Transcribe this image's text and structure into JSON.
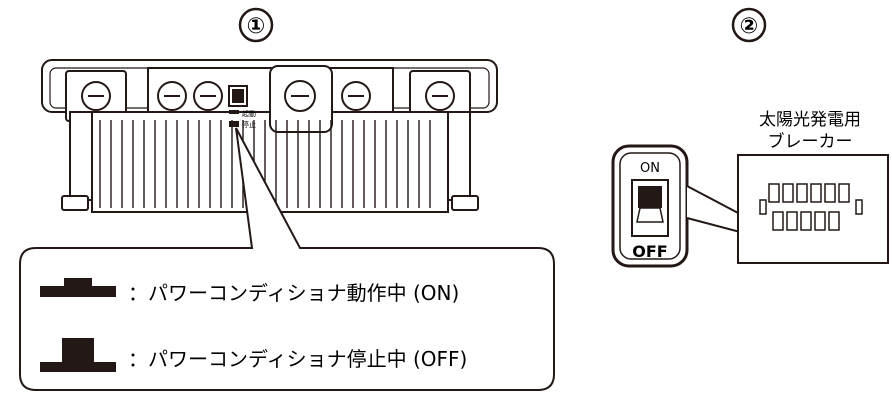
{
  "step_markers": {
    "step1": "①",
    "step2": "②"
  },
  "unit_panel": {
    "switch_label_on": "起動",
    "switch_label_off": "停止"
  },
  "breaker": {
    "title_line1": "太陽光発電用",
    "title_line2": "ブレーカー"
  },
  "toggle": {
    "on_label": "ON",
    "off_label": "OFF"
  },
  "legend": {
    "on_text": "：パワーコンディショナ動作中 (ON)",
    "off_text": "：パワーコンディショナ停止中 (OFF)"
  }
}
